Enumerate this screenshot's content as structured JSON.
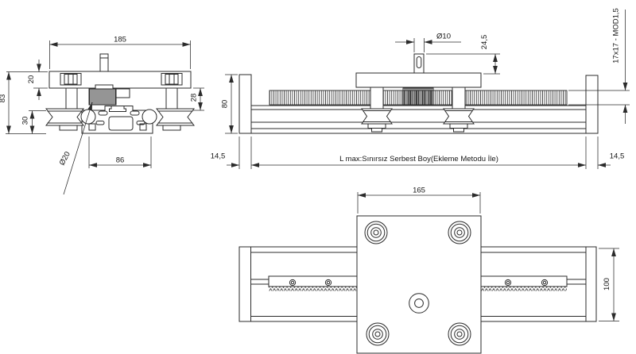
{
  "colors": {
    "background": "#ffffff",
    "line": "#2b2b2b",
    "text": "#161616"
  },
  "front_view": {
    "dim_width": "185",
    "dim_plate_thickness": "20",
    "dim_overall_height": "83",
    "dim_lower_height": "30",
    "dim_clearance": "28",
    "dim_profile_width": "86",
    "dim_roller_diameter": "Ø20"
  },
  "side_view": {
    "dim_stud_diameter": "Ø10",
    "dim_stud_height": "24,5",
    "dim_rack_section": "17x17 - MOD1,5",
    "dim_end_plate_height": "80",
    "dim_left_end_thickness": "14,5",
    "dim_right_end_thickness": "14,5",
    "length_note": "L max:Sınırsız Serbest Boy(Ekleme Metodu İle)"
  },
  "plan_view": {
    "dim_carriage_width": "165",
    "dim_rail_width": "100"
  }
}
